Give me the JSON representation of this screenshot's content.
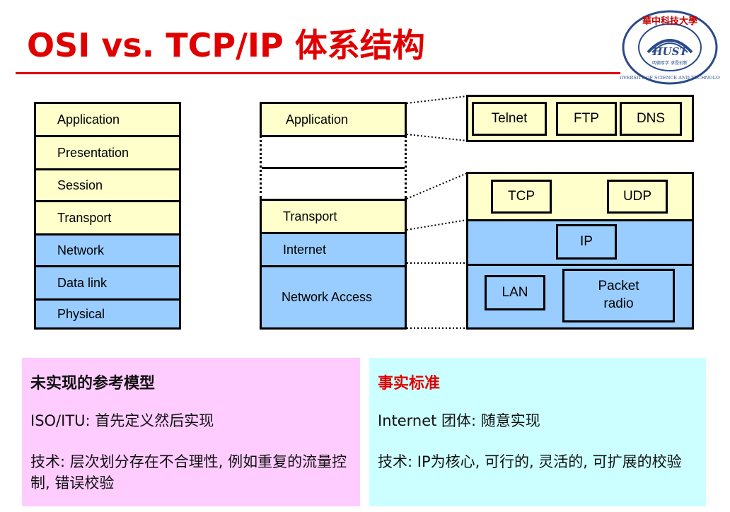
{
  "title": "OSI vs. TCP/IP 体系结构",
  "logo": {
    "text_top": "華中科技大學",
    "text_ring": "HUAZHONG UNIVERSITY OF SCIENCE AND TECHNOLOGY",
    "monogram": "HUST",
    "motto": "明德厚学 求是创新"
  },
  "osi_layers": [
    "Application",
    "Presentation",
    "Session",
    "Transport",
    "Network",
    "Data link",
    "Physical"
  ],
  "tcpip_layers": {
    "application": "Application",
    "transport": "Transport",
    "internet": "Internet",
    "network_access": "Network Access"
  },
  "protocols": {
    "app": [
      "Telnet",
      "FTP",
      "DNS"
    ],
    "transport": [
      "TCP",
      "UDP"
    ],
    "internet": "IP",
    "access": [
      "LAN",
      "Packet radio"
    ]
  },
  "left_panel": {
    "heading": "未实现的参考模型",
    "line1": "ISO/ITU: 首先定义然后实现",
    "line2": "技术: 层次划分存在不合理性, 例如重复的流量控制, 错误校验"
  },
  "right_panel": {
    "heading": "事实标准",
    "line1": "Internet 团体: 随意实现",
    "line2": "技术: IP为核心, 可行的, 灵活的, 可扩展的校验"
  },
  "colors": {
    "title": "#e00000",
    "yellow": "#ffffcc",
    "blue": "#99ccff",
    "left_panel": "#ffccff",
    "right_panel": "#ccffff"
  }
}
